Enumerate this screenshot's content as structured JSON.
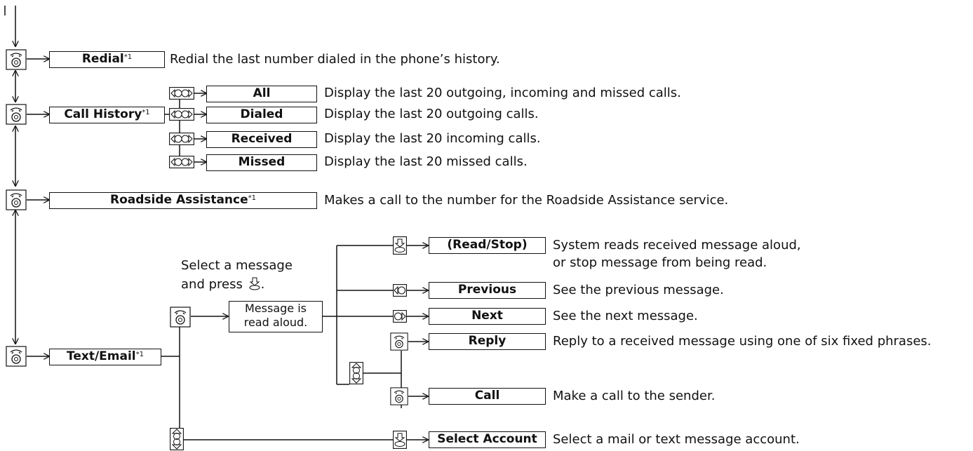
{
  "items": {
    "redial": {
      "label": "Redial",
      "note": "*1",
      "desc": "Redial the last number dialed in the phone’s history."
    },
    "call_history": {
      "label": "Call History",
      "note": "*1"
    },
    "all": {
      "label": "All",
      "desc": "Display the last 20 outgoing, incoming and missed calls."
    },
    "dialed": {
      "label": "Dialed",
      "desc": "Display the last 20 outgoing calls."
    },
    "received": {
      "label": "Received",
      "desc": "Display the last 20 incoming calls."
    },
    "missed": {
      "label": "Missed",
      "desc": "Display the last 20 missed calls."
    },
    "roadside": {
      "label": "Roadside Assistance",
      "note": "*1",
      "desc": "Makes a call to the number for the Roadside Assistance service."
    },
    "text_email": {
      "label": "Text/Email",
      "note": "*1"
    },
    "read_stop": {
      "label": "(Read/Stop)",
      "desc": "System reads received message aloud, or stop message from being read."
    },
    "previous": {
      "label": "Previous",
      "desc": "See the previous message."
    },
    "next": {
      "label": "Next",
      "desc": "See the next message."
    },
    "reply": {
      "label": "Reply",
      "desc": "Reply to a received message using one of six fixed phrases."
    },
    "call": {
      "label": "Call",
      "desc": "Make a call to the sender."
    },
    "select_account": {
      "label": "Select Account",
      "desc": "Select a mail or text message account."
    }
  },
  "select_message": {
    "line1": "Select a message",
    "line2": "and press"
  },
  "message_box": {
    "line1": "Message is",
    "line2": "read aloud."
  },
  "icons": [
    "pickup-phone-icon",
    "interface-dial-left-right-icon",
    "interface-dial-push-icon",
    "interface-dial-up-down-icon",
    "interface-dial-left-icon",
    "interface-dial-right-icon"
  ]
}
